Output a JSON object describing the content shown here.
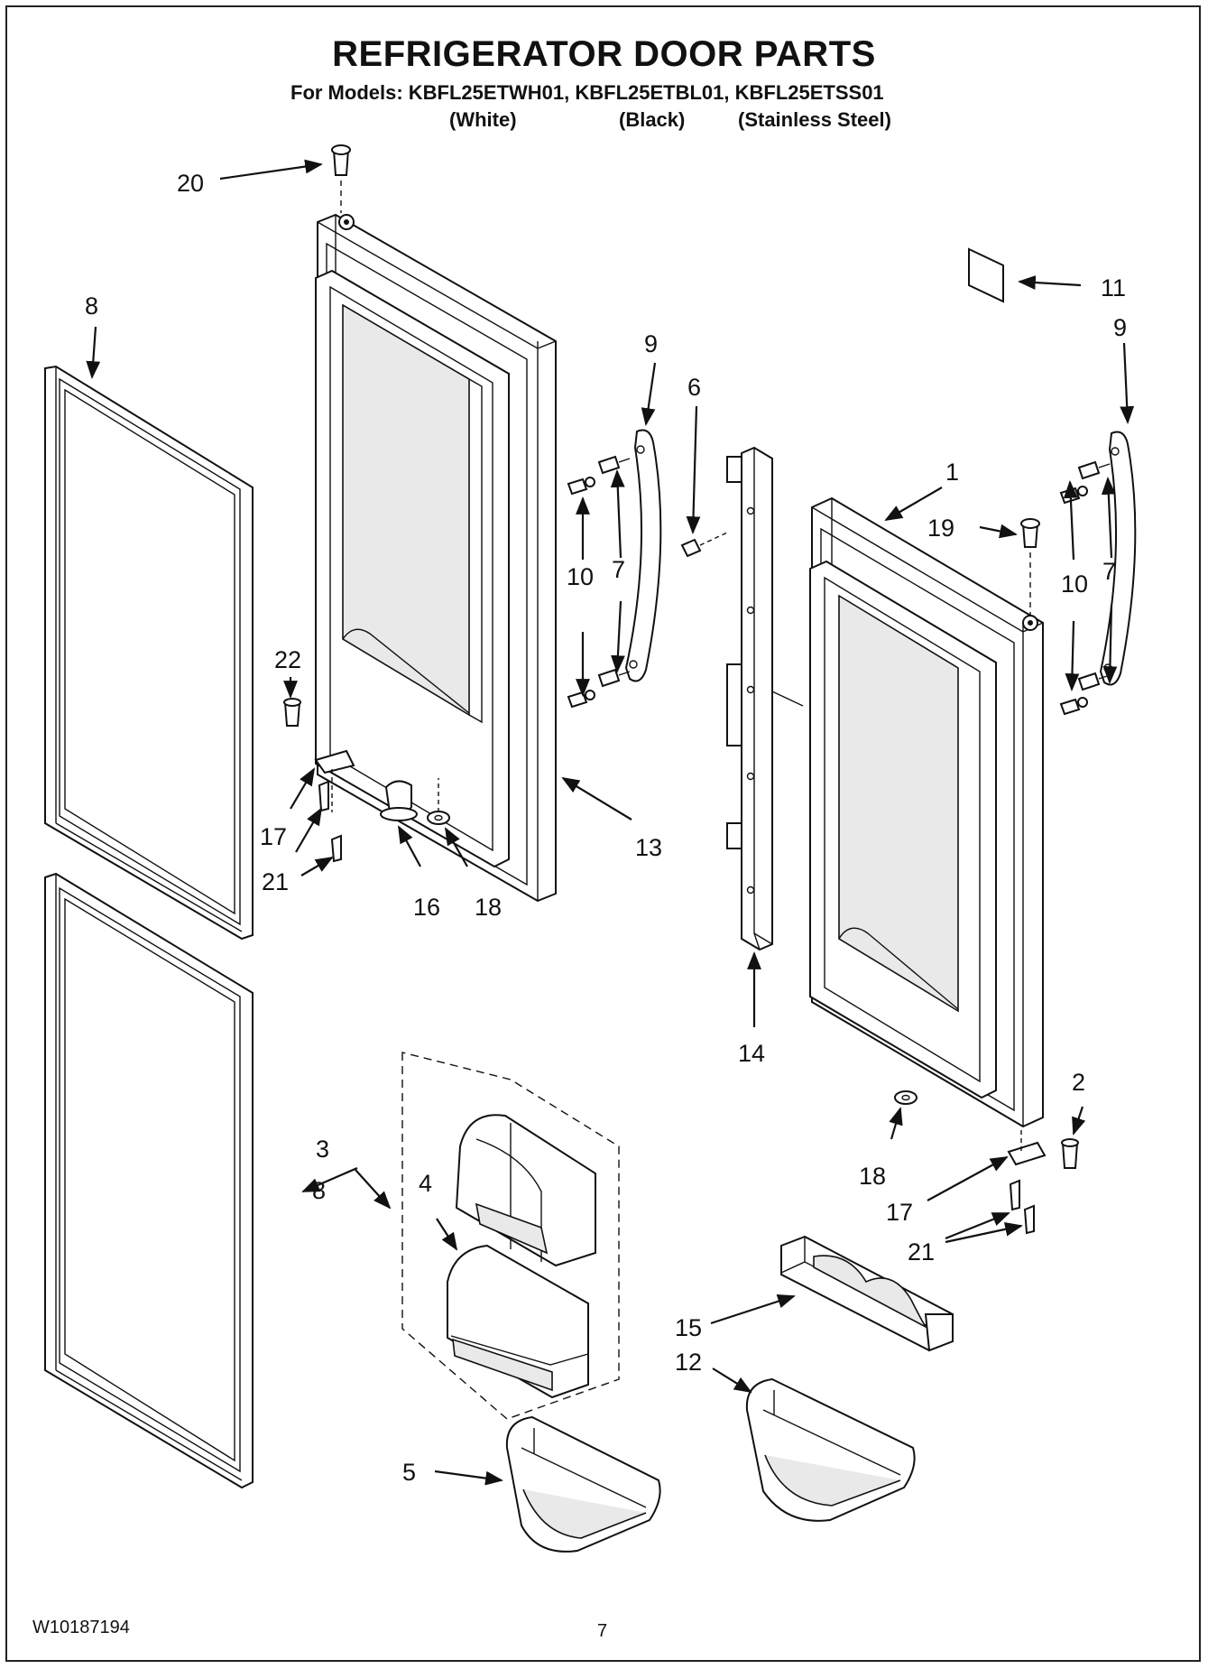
{
  "title": "REFRIGERATOR DOOR PARTS",
  "models_line": "For Models: KBFL25ETWH01, KBFL25ETBL01, KBFL25ETSS01",
  "variants": {
    "white": "(White)",
    "black": "(Black)",
    "stainless": "(Stainless Steel)"
  },
  "doc_number": "W10187194",
  "page_number": "7",
  "callouts": {
    "c1": "1",
    "c2": "2",
    "c3": "3",
    "c4": "4",
    "c5": "5",
    "c6": "6",
    "c7a": "7",
    "c7b": "7",
    "c8a": "8",
    "c8b": "8",
    "c9a": "9",
    "c9b": "9",
    "c10a": "10",
    "c10b": "10",
    "c11": "11",
    "c12": "12",
    "c13": "13",
    "c14": "14",
    "c15": "15",
    "c16": "16",
    "c17a": "17",
    "c17b": "17",
    "c18a": "18",
    "c18b": "18",
    "c19": "19",
    "c20": "20",
    "c21a": "21",
    "c21b": "21",
    "c22": "22"
  }
}
